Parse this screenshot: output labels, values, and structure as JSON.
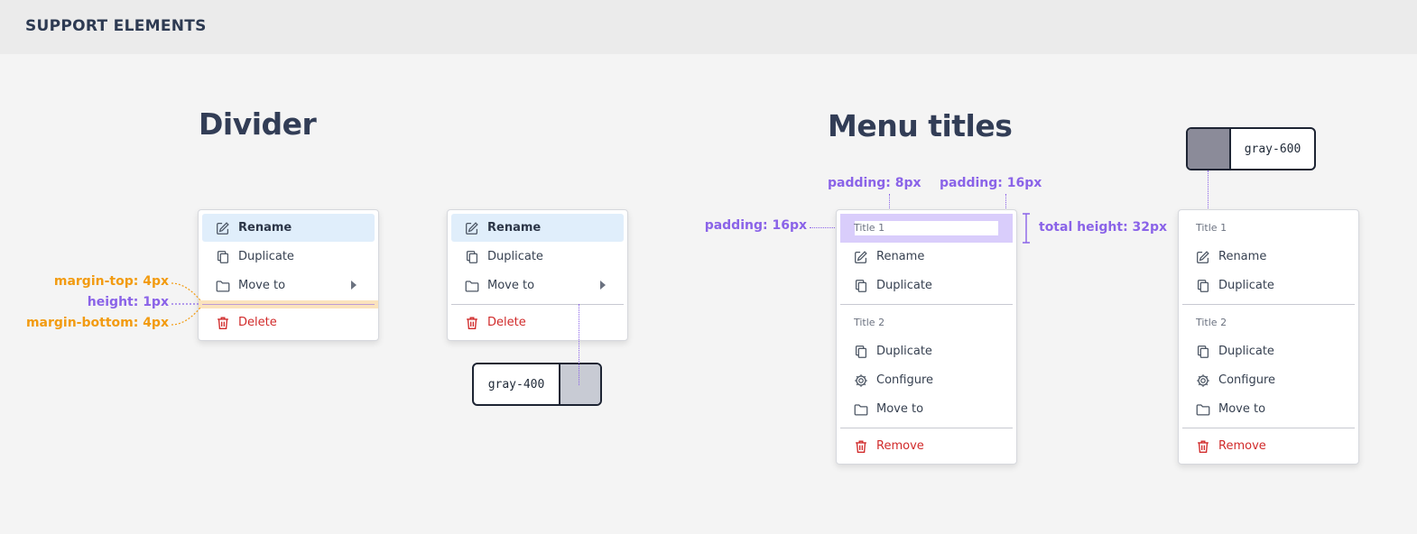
{
  "header": {
    "title": "SUPPORT ELEMENTS"
  },
  "divider_section": {
    "title": "Divider",
    "annotations": {
      "margin_top": "margin-top: 4px",
      "height": "height: 1px",
      "margin_bottom": "margin-bottom: 4px"
    },
    "swatch": {
      "label": "gray-400",
      "color": "#c8cbd4"
    },
    "menu": {
      "items": [
        {
          "label": "Rename",
          "icon": "edit-icon",
          "highlighted": true
        },
        {
          "label": "Duplicate",
          "icon": "duplicate-icon"
        },
        {
          "label": "Move to",
          "icon": "folder-icon",
          "submenu": true
        },
        {
          "label": "Delete",
          "icon": "trash-icon",
          "danger": true
        }
      ]
    }
  },
  "menu_titles_section": {
    "title": "Menu titles",
    "annotations": {
      "padding_left": "padding: 16px",
      "padding_top": "padding: 8px",
      "padding_right": "padding: 16px",
      "total_height": "total height: 32px"
    },
    "swatch": {
      "label": "gray-600",
      "color": "#8b8b99"
    },
    "menu": {
      "groups": [
        {
          "title": "Title 1",
          "items": [
            {
              "label": "Rename",
              "icon": "edit-icon"
            },
            {
              "label": "Duplicate",
              "icon": "duplicate-icon"
            }
          ]
        },
        {
          "title": "Title 2",
          "items": [
            {
              "label": "Duplicate",
              "icon": "duplicate-icon"
            },
            {
              "label": "Configure",
              "icon": "gear-icon"
            },
            {
              "label": "Move to",
              "icon": "folder-icon"
            }
          ]
        }
      ],
      "danger_item": {
        "label": "Remove",
        "icon": "trash-icon"
      }
    }
  },
  "colors": {
    "accent_orange": "#f29b11",
    "accent_purple": "#8a63e8",
    "highlight": "#e0eefb",
    "danger": "#d12b2b"
  }
}
